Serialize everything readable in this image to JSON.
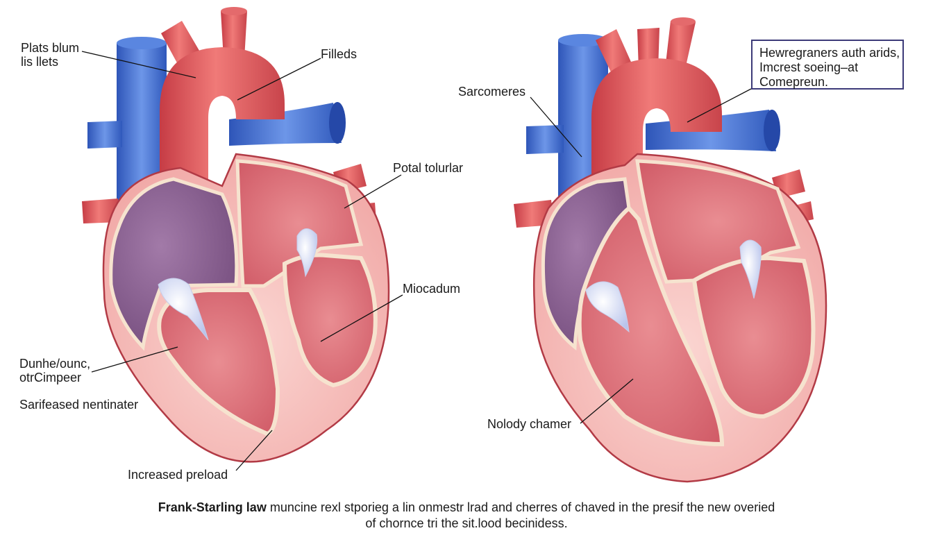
{
  "left_heart": {
    "labels": {
      "plateau": [
        "Plats blum",
        "lis llets"
      ],
      "filled": "Filleds",
      "portal": "Potal tolurlar",
      "myocardium": "Miocadum",
      "dunhe": [
        "Dunhe/ounc,",
        "otrCimpeer"
      ],
      "sarifeased": "Sarifeased nentinater",
      "preload": "Increased preload"
    }
  },
  "right_heart": {
    "labels": {
      "sarcomeres": "Sarcomeres",
      "nolody": "Nolody chamer"
    },
    "callout_box": [
      "Hewregraners auth arids,",
      "Imcrest soeing–at",
      "Comepreun."
    ]
  },
  "caption": {
    "bold": "Frank-Starling law",
    "line1": " muncine rexl stporieg a lin onmestr lrad and cherres of chaved in the presif the new overied",
    "line2": "of chornce tri the sit.lood becinidess."
  },
  "colors": {
    "artery": "#e0575a",
    "vein": "#3f6fd0",
    "wall": "#f3b3b0",
    "chamber_left": "#8a5a8a",
    "chamber_right": "#d96a74",
    "outline": "#b23a45",
    "box_border": "#3c3a78"
  }
}
